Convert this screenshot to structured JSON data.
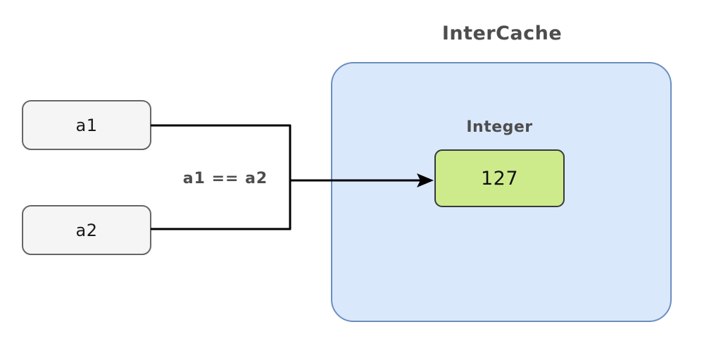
{
  "diagram": {
    "title": "InterCache",
    "background_color": "#ffffff",
    "container": {
      "label": "InterCache",
      "fill_color": "#dae8fc",
      "border_color": "#6c8ebf"
    },
    "cached_object": {
      "type_label": "Integer",
      "value": "127",
      "fill_color": "#cdeb8b",
      "border_color": "#36393d"
    },
    "variables": [
      {
        "name": "a1",
        "fill_color": "#f5f5f5",
        "border_color": "#666666"
      },
      {
        "name": "a2",
        "fill_color": "#f5f5f5",
        "border_color": "#666666"
      }
    ],
    "edge": {
      "label": "a1 == a2",
      "color": "#000000",
      "arrow": "arrow-head-filled"
    }
  }
}
